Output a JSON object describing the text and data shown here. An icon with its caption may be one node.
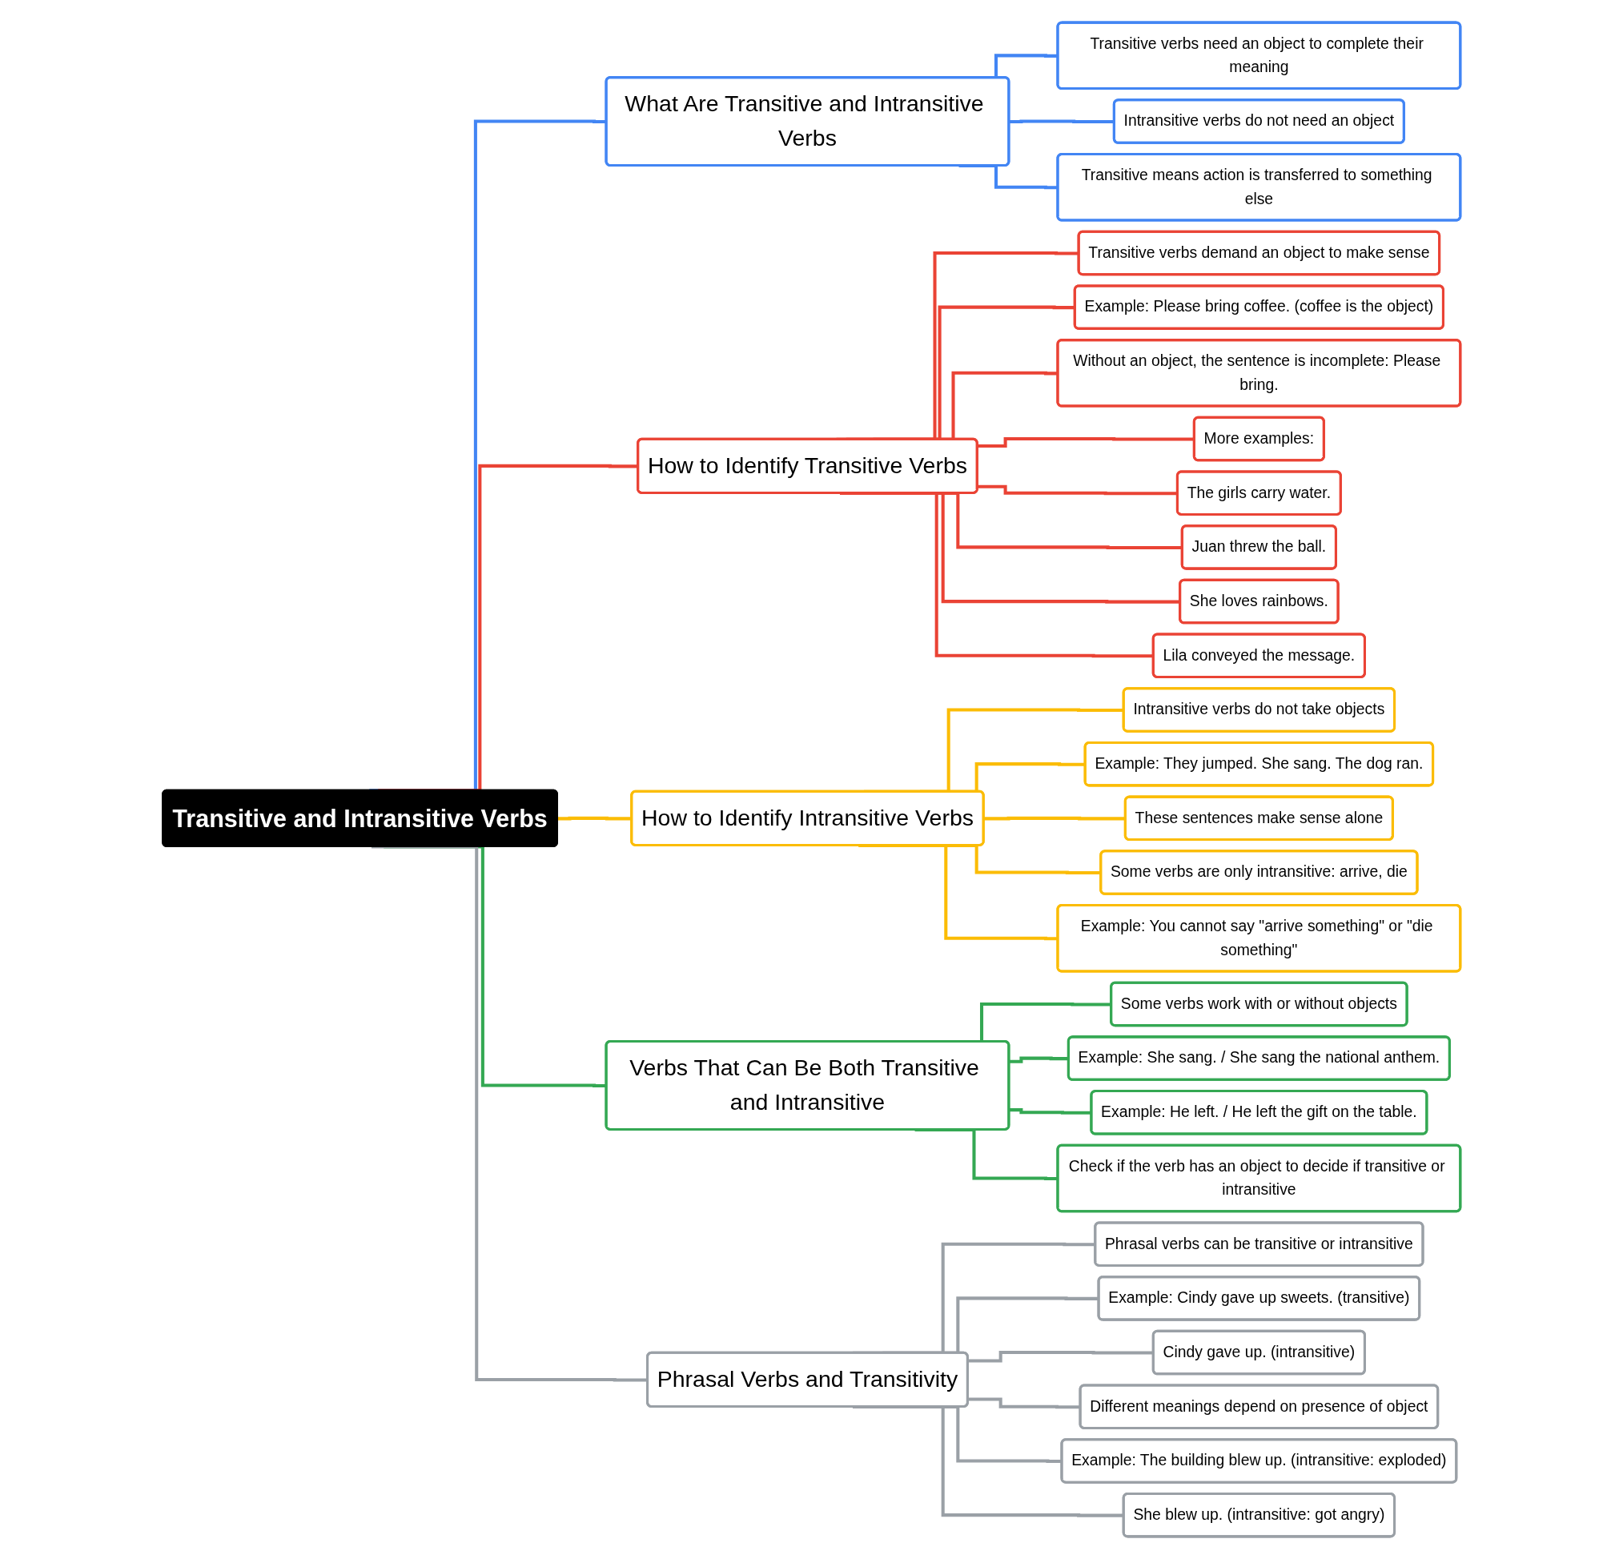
{
  "diagram": {
    "nodes": [
      {
        "text": [
          "Transitive and Intransitive Verbs"
        ]
      },
      {
        "text": [
          "What Are Transitive and Intransitive Verbs"
        ]
      },
      {
        "text": [
          "Transitive verbs need an object to complete their meaning"
        ]
      },
      {
        "text": [
          "Intransitive verbs do not need an object"
        ]
      },
      {
        "text": [
          "Transitive means action is transferred to something else"
        ]
      },
      {
        "text": [
          "How to Identify Transitive Verbs"
        ]
      },
      {
        "text": [
          "Transitive verbs demand an object to make sense"
        ]
      },
      {
        "text": [
          "Example: Please bring coffee. (coffee is the object)"
        ]
      },
      {
        "text": [
          "Without an object, the sentence is incomplete: Please bring."
        ]
      },
      {
        "text": [
          "More examples:"
        ]
      },
      {
        "text": [
          "The girls carry water."
        ]
      },
      {
        "text": [
          "Juan threw the ball."
        ]
      },
      {
        "text": [
          "She loves rainbows."
        ]
      },
      {
        "text": [
          "Lila conveyed the message."
        ]
      },
      {
        "text": [
          "How to Identify Intransitive Verbs"
        ]
      },
      {
        "text": [
          "Intransitive verbs do not take objects"
        ]
      },
      {
        "text": [
          "Example: They jumped. She sang. The dog ran."
        ]
      },
      {
        "text": [
          "These sentences make sense alone"
        ]
      },
      {
        "text": [
          "Some verbs are only intransitive: arrive, die"
        ]
      },
      {
        "text": [
          "Example: You cannot say \"arrive something\" or \"die something\""
        ]
      },
      {
        "text": [
          "Verbs That Can Be Both Transitive and Intransitive"
        ]
      },
      {
        "text": [
          "Some verbs work with or without objects"
        ]
      },
      {
        "text": [
          "Example: She sang. / She sang the national anthem."
        ]
      },
      {
        "text": [
          "Example: He left. / He left the gift on the table."
        ]
      },
      {
        "text": [
          "Check if the verb has an object to decide if transitive or intransitive"
        ]
      },
      {
        "text": [
          "Phrasal Verbs and Transitivity"
        ]
      },
      {
        "text": [
          "Phrasal verbs can be transitive or intransitive"
        ]
      },
      {
        "text": [
          "Example: Cindy gave up sweets. (transitive)"
        ]
      },
      {
        "text": [
          "Cindy gave up. (intransitive)"
        ]
      },
      {
        "text": [
          "Different meanings depend on presence of object"
        ]
      },
      {
        "text": [
          "Example: The building blew up. (intransitive: exploded)"
        ]
      },
      {
        "text": [
          "She blew up. (intransitive: got angry)"
        ]
      }
    ],
    "edges": [
      {
        "from": 0,
        "to": 1,
        "arrow": "none",
        "color": "#4285f4"
      },
      {
        "from": 1,
        "to": 2,
        "arrow": "none",
        "color": "#4285f4"
      },
      {
        "from": 1,
        "to": 3,
        "arrow": "none",
        "color": "#4285f4"
      },
      {
        "from": 1,
        "to": 4,
        "arrow": "none",
        "color": "#4285f4"
      },
      {
        "from": 0,
        "to": 5,
        "arrow": "none",
        "color": "#ea4335"
      },
      {
        "from": 5,
        "to": 6,
        "arrow": "none",
        "color": "#ea4335"
      },
      {
        "from": 5,
        "to": 7,
        "arrow": "none",
        "color": "#ea4335"
      },
      {
        "from": 5,
        "to": 8,
        "arrow": "none",
        "color": "#ea4335"
      },
      {
        "from": 5,
        "to": 9,
        "arrow": "none",
        "color": "#ea4335"
      },
      {
        "from": 5,
        "to": 10,
        "arrow": "none",
        "color": "#ea4335"
      },
      {
        "from": 5,
        "to": 11,
        "arrow": "none",
        "color": "#ea4335"
      },
      {
        "from": 5,
        "to": 12,
        "arrow": "none",
        "color": "#ea4335"
      },
      {
        "from": 5,
        "to": 13,
        "arrow": "none",
        "color": "#ea4335"
      },
      {
        "from": 0,
        "to": 14,
        "arrow": "none",
        "color": "#fbbc05"
      },
      {
        "from": 14,
        "to": 15,
        "arrow": "none",
        "color": "#fbbc05"
      },
      {
        "from": 14,
        "to": 16,
        "arrow": "none",
        "color": "#fbbc05"
      },
      {
        "from": 14,
        "to": 17,
        "arrow": "none",
        "color": "#fbbc05"
      },
      {
        "from": 14,
        "to": 18,
        "arrow": "none",
        "color": "#fbbc05"
      },
      {
        "from": 14,
        "to": 19,
        "arrow": "none",
        "color": "#fbbc05"
      },
      {
        "from": 0,
        "to": 20,
        "arrow": "none",
        "color": "#34a853"
      },
      {
        "from": 20,
        "to": 21,
        "arrow": "none",
        "color": "#34a853"
      },
      {
        "from": 20,
        "to": 22,
        "arrow": "none",
        "color": "#34a853"
      },
      {
        "from": 20,
        "to": 23,
        "arrow": "none",
        "color": "#34a853"
      },
      {
        "from": 20,
        "to": 24,
        "arrow": "none",
        "color": "#34a853"
      },
      {
        "from": 0,
        "to": 25,
        "arrow": "none",
        "color": "#9aa0a6"
      },
      {
        "from": 25,
        "to": 26,
        "arrow": "none",
        "color": "#9aa0a6"
      },
      {
        "from": 25,
        "to": 27,
        "arrow": "none",
        "color": "#9aa0a6"
      },
      {
        "from": 25,
        "to": 28,
        "arrow": "none",
        "color": "#9aa0a6"
      },
      {
        "from": 25,
        "to": 29,
        "arrow": "none",
        "color": "#9aa0a6"
      },
      {
        "from": 25,
        "to": 30,
        "arrow": "none",
        "color": "#9aa0a6"
      },
      {
        "from": 25,
        "to": 31,
        "arrow": "none",
        "color": "#9aa0a6"
      }
    ]
  }
}
